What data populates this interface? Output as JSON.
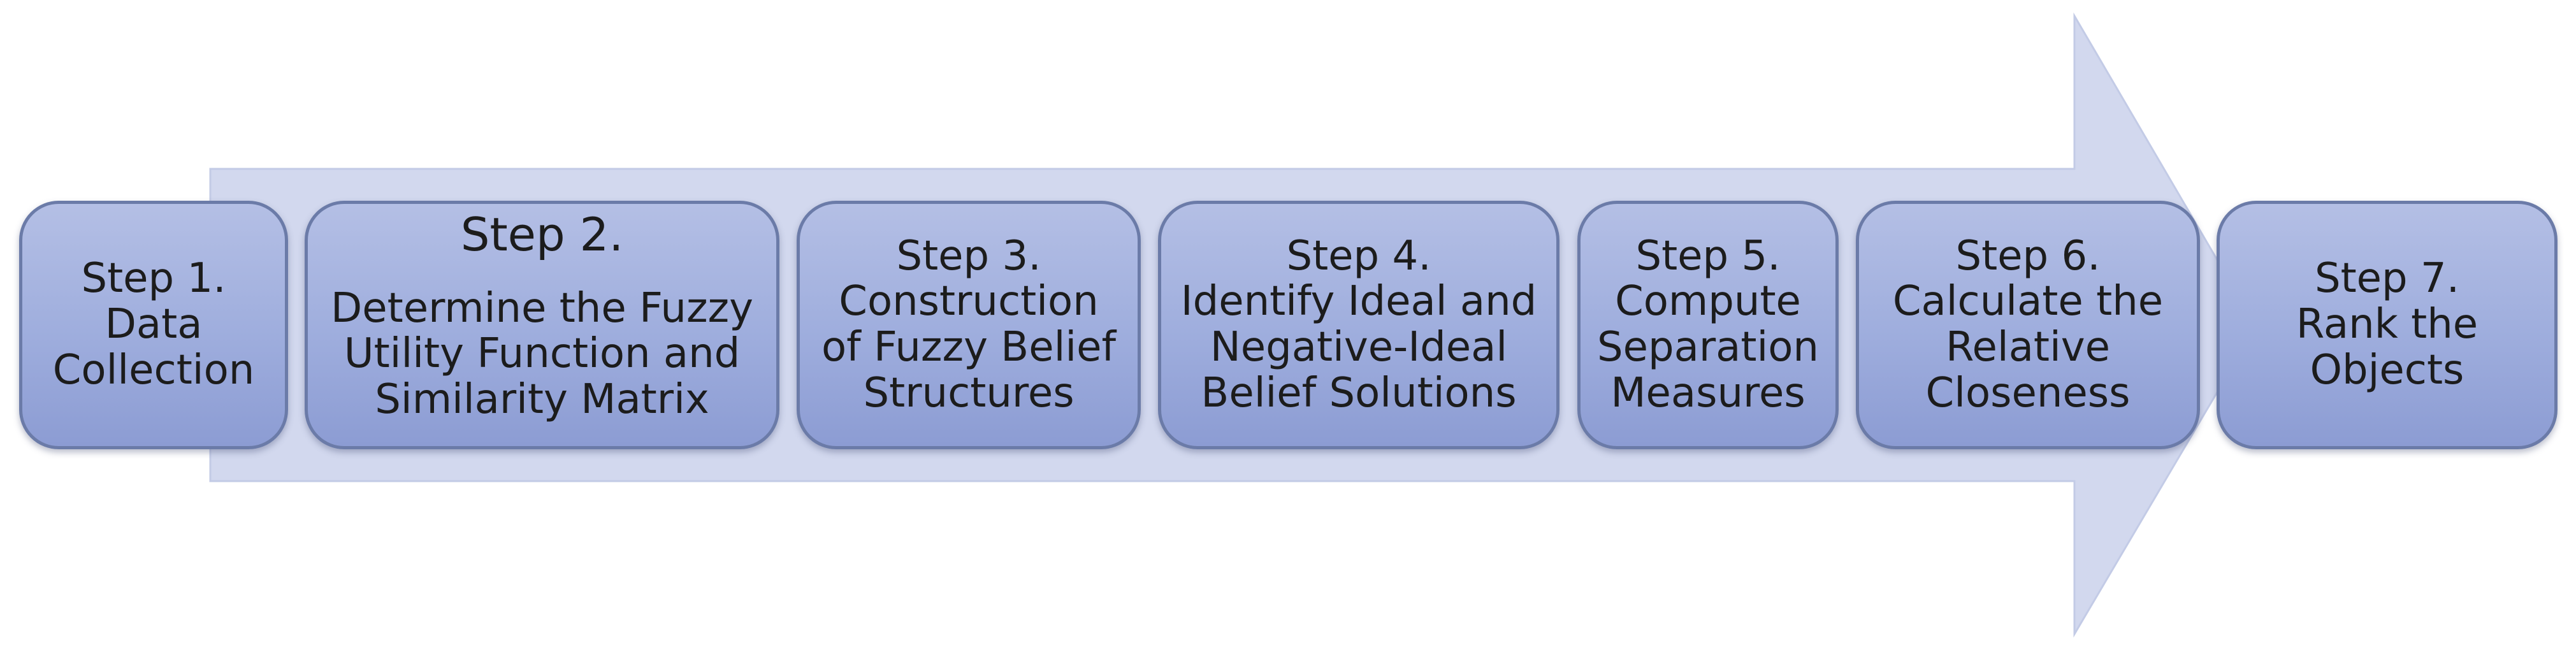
{
  "colors": {
    "arrow_fill": "#d2d8ee",
    "box_fill_top": "#b4bfe5",
    "box_fill_bottom": "#8c9cd3",
    "box_border": "#6b7ba8",
    "text": "#1c1c1c"
  },
  "steps": [
    {
      "title": "Step 1.",
      "desc": "Data\nCollection"
    },
    {
      "title": "Step 2.",
      "desc": "Determine the Fuzzy\nUtility Function and\nSimilarity Matrix"
    },
    {
      "title": "Step 3.",
      "desc": "Construction\nof Fuzzy Belief\nStructures"
    },
    {
      "title": "Step 4.",
      "desc": "Identify Ideal and\nNegative-Ideal\nBelief Solutions"
    },
    {
      "title": "Step 5.",
      "desc": "Compute\nSeparation\nMeasures"
    },
    {
      "title": "Step 6.",
      "desc": "Calculate the\nRelative\nCloseness"
    },
    {
      "title": "Step 7.",
      "desc": "Rank the\nObjects"
    }
  ]
}
